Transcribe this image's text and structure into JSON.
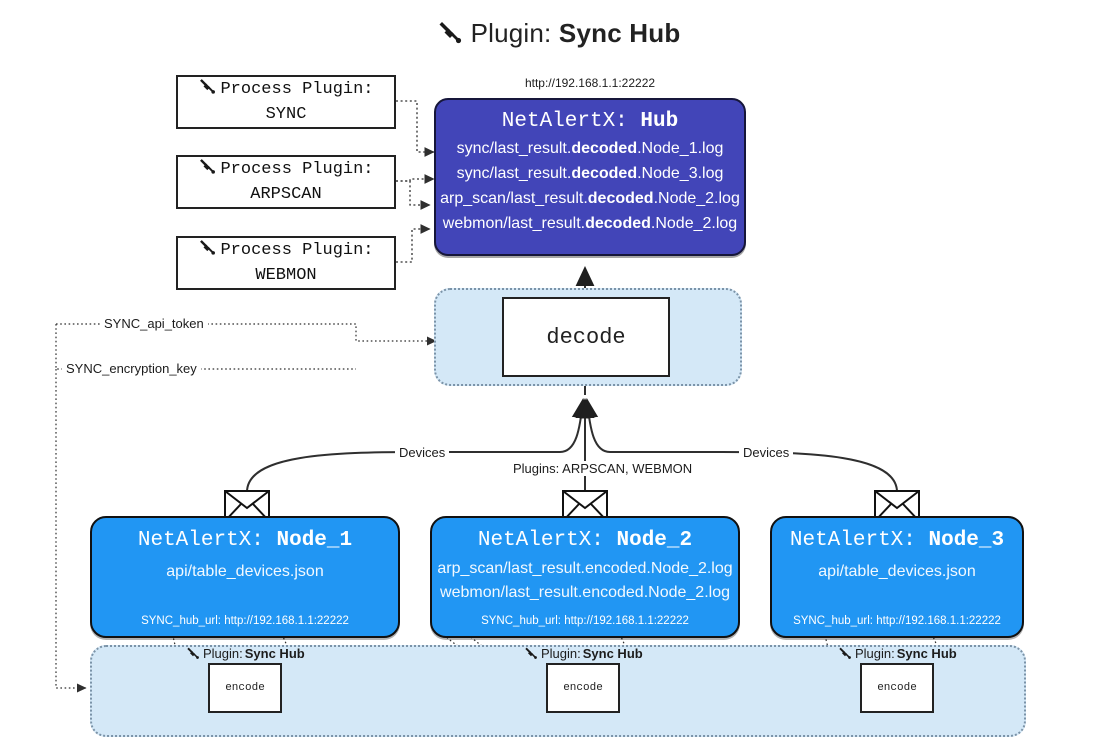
{
  "header": {
    "icon": "plug-icon",
    "prefix": "Plugin:",
    "name": "Sync Hub"
  },
  "process_plugins": [
    {
      "icon": "plug-icon",
      "label": "Process Plugin:",
      "name": "SYNC"
    },
    {
      "icon": "plug-icon",
      "label": "Process Plugin:",
      "name": "ARPSCAN"
    },
    {
      "icon": "plug-icon",
      "label": "Process Plugin:",
      "name": "WEBMON"
    }
  ],
  "hub": {
    "url": "http://192.168.1.1:22222",
    "title_prefix": "NetAlertX:",
    "title_name": "Hub",
    "logs": [
      {
        "pre": "sync/last_result.",
        "mid": "decoded",
        "post": ".Node_1.log"
      },
      {
        "pre": "sync/last_result.",
        "mid": "decoded",
        "post": ".Node_3.log"
      },
      {
        "pre": "arp_scan/last_result.",
        "mid": "decoded",
        "post": ".Node_2.log"
      },
      {
        "pre": "webmon/last_result.",
        "mid": "decoded",
        "post": ".Node_2.log"
      }
    ],
    "color": "#4245b8"
  },
  "decode": {
    "label": "decode"
  },
  "settings_edges": [
    {
      "label": "SYNC_api_token"
    },
    {
      "label": "SYNC_encryption_key"
    }
  ],
  "flow_labels": {
    "left_devices": "Devices",
    "center_plugins": "Plugins: ARPSCAN, WEBMON",
    "right_devices": "Devices"
  },
  "nodes": [
    {
      "title_prefix": "NetAlertX:",
      "title_name": "Node_1",
      "lines": [
        "api/table_devices.json"
      ],
      "hub_url": "SYNC_hub_url: http://192.168.1.1:22222",
      "color": "#2196f3",
      "icon": "mail-icon"
    },
    {
      "title_prefix": "NetAlertX:",
      "title_name": "Node_2",
      "lines": [
        "arp_scan/last_result.encoded.Node_2.log",
        "webmon/last_result.encoded.Node_2.log"
      ],
      "hub_url": "SYNC_hub_url: http://192.168.1.1:22222",
      "color": "#2196f3",
      "icon": "mail-icon"
    },
    {
      "title_prefix": "NetAlertX:",
      "title_name": "Node_3",
      "lines": [
        "api/table_devices.json"
      ],
      "hub_url": "SYNC_hub_url: http://192.168.1.1:22222",
      "color": "#2196f3",
      "icon": "mail-icon"
    }
  ],
  "encoders": [
    {
      "icon": "plug-icon",
      "plugin_prefix": "Plugin:",
      "plugin_name": "Sync Hub",
      "label": "encode"
    },
    {
      "icon": "plug-icon",
      "plugin_prefix": "Plugin:",
      "plugin_name": "Sync Hub",
      "label": "encode"
    },
    {
      "icon": "plug-icon",
      "plugin_prefix": "Plugin:",
      "plugin_name": "Sync Hub",
      "label": "encode"
    }
  ],
  "colors": {
    "hub": "#4245b8",
    "node": "#2196f3",
    "band": "#d4e8f7",
    "stroke": "#2f2f2f"
  }
}
